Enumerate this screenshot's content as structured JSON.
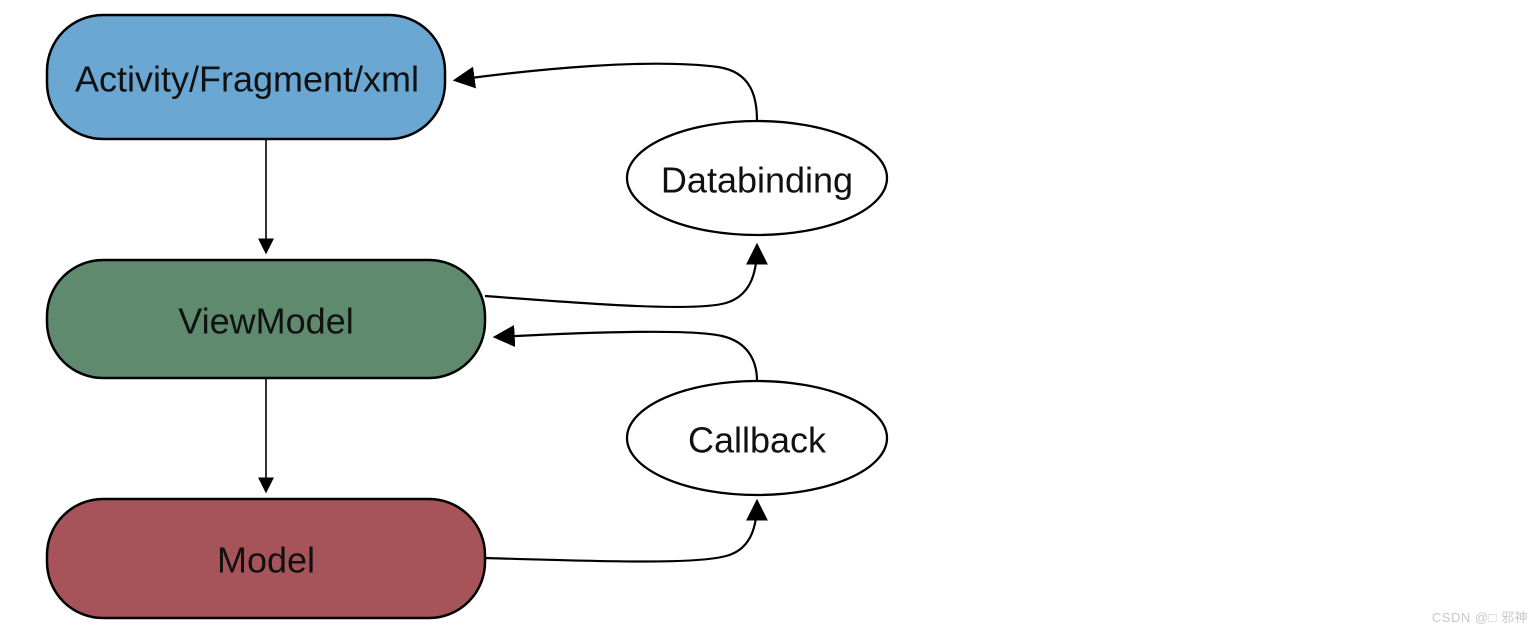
{
  "page": {
    "background": "#ffffff"
  },
  "diagram": {
    "type": "flowchart",
    "description": "MVVM architecture diagram",
    "stroke_color": "#000000",
    "text_color": "#111111",
    "nodes": {
      "activity": {
        "label": "Activity/Fragment/xml",
        "shape": "rounded-rectangle",
        "fill": "#6aa7d2"
      },
      "viewmodel": {
        "label": "ViewModel",
        "shape": "rounded-rectangle",
        "fill": "#5f8a6e"
      },
      "model": {
        "label": "Model",
        "shape": "rounded-rectangle",
        "fill": "#a65459"
      },
      "databinding": {
        "label": "Databinding",
        "shape": "ellipse",
        "fill": "#ffffff"
      },
      "callback": {
        "label": "Callback",
        "shape": "ellipse",
        "fill": "#ffffff"
      }
    },
    "edges": [
      {
        "from": "activity",
        "to": "viewmodel",
        "style": "straight-down-arrow"
      },
      {
        "from": "viewmodel",
        "to": "model",
        "style": "straight-down-arrow"
      },
      {
        "from": "viewmodel",
        "to": "databinding",
        "style": "curved-arrow"
      },
      {
        "from": "databinding",
        "to": "activity",
        "style": "curved-arrow"
      },
      {
        "from": "model",
        "to": "callback",
        "style": "curved-arrow"
      },
      {
        "from": "callback",
        "to": "viewmodel",
        "style": "curved-arrow"
      }
    ]
  },
  "watermark": {
    "text": "CSDN @□ 邪神",
    "color": "#c9c9c9"
  }
}
